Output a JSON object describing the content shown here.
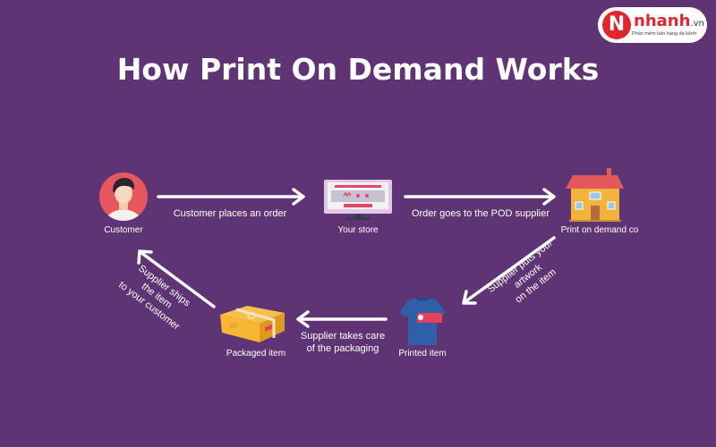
{
  "title": "How Print On Demand Works",
  "logo": {
    "brand": "nhanh",
    "tld": ".vn",
    "tagline": "Phần mềm bán hàng đa kênh",
    "letter": "N"
  },
  "colors": {
    "background": "#5f3474",
    "text": "#ffffff",
    "arrow": "#ffffff",
    "brand": "#e0262f"
  },
  "nodes": {
    "customer": {
      "label": "Customer",
      "icon": "customer-avatar-icon"
    },
    "store": {
      "label": "Your store",
      "icon": "computer-monitor-icon"
    },
    "pod": {
      "label": "Print on demand co",
      "icon": "house-icon"
    },
    "printed": {
      "label": "Printed item",
      "icon": "tshirt-icon"
    },
    "packaged": {
      "label": "Packaged item",
      "icon": "package-box-icon"
    }
  },
  "edges": {
    "order": "Customer places an order",
    "supplier": "Order goes to the POD supplier",
    "artwork": [
      "Supplier puts your",
      "artwork",
      "on the item"
    ],
    "packaging": [
      "Supplier takes care",
      "of the packaging"
    ],
    "ships": [
      "Supplier ships",
      "the item",
      "to your customer"
    ]
  }
}
